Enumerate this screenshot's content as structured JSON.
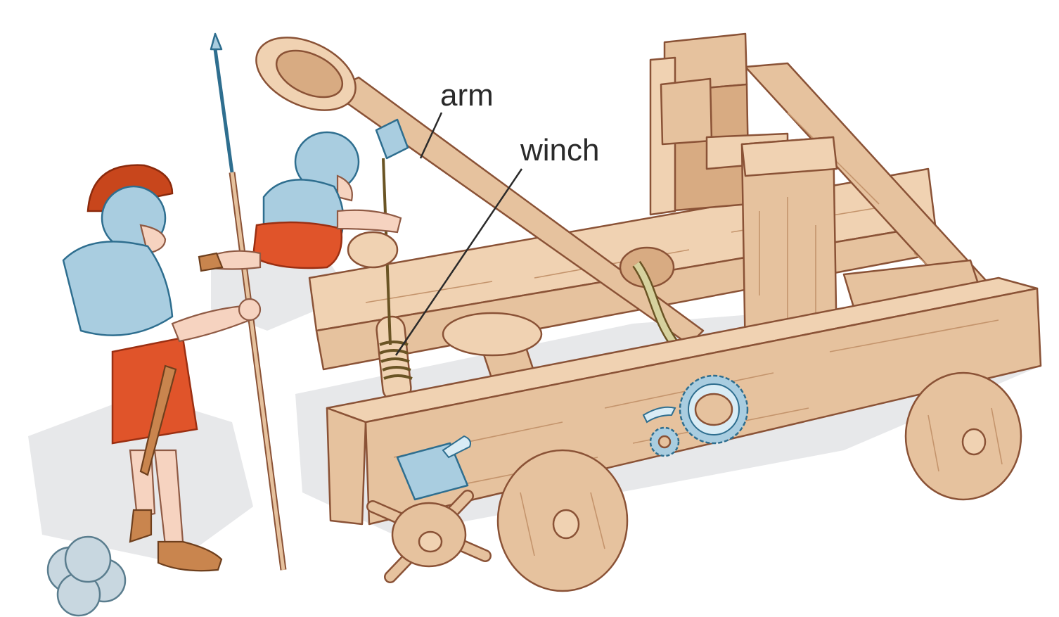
{
  "diagram": {
    "title": "Roman catapult (onager) illustration",
    "labels": [
      {
        "id": "arm",
        "text": "arm"
      },
      {
        "id": "winch",
        "text": "winch"
      }
    ],
    "components": [
      "arm",
      "winch",
      "sling-cup",
      "frame",
      "crossbeam",
      "uprights",
      "torsion-rope",
      "ratchet-gears",
      "wheels",
      "capstan",
      "soldiers",
      "stone-balls"
    ],
    "colors": {
      "wood": "#e6c29e",
      "wood_outline": "#8a5236",
      "metal": "#a9cde0",
      "tunic": "#e0542a",
      "label_text": "#2a2a2a",
      "background": "#ffffff"
    }
  }
}
